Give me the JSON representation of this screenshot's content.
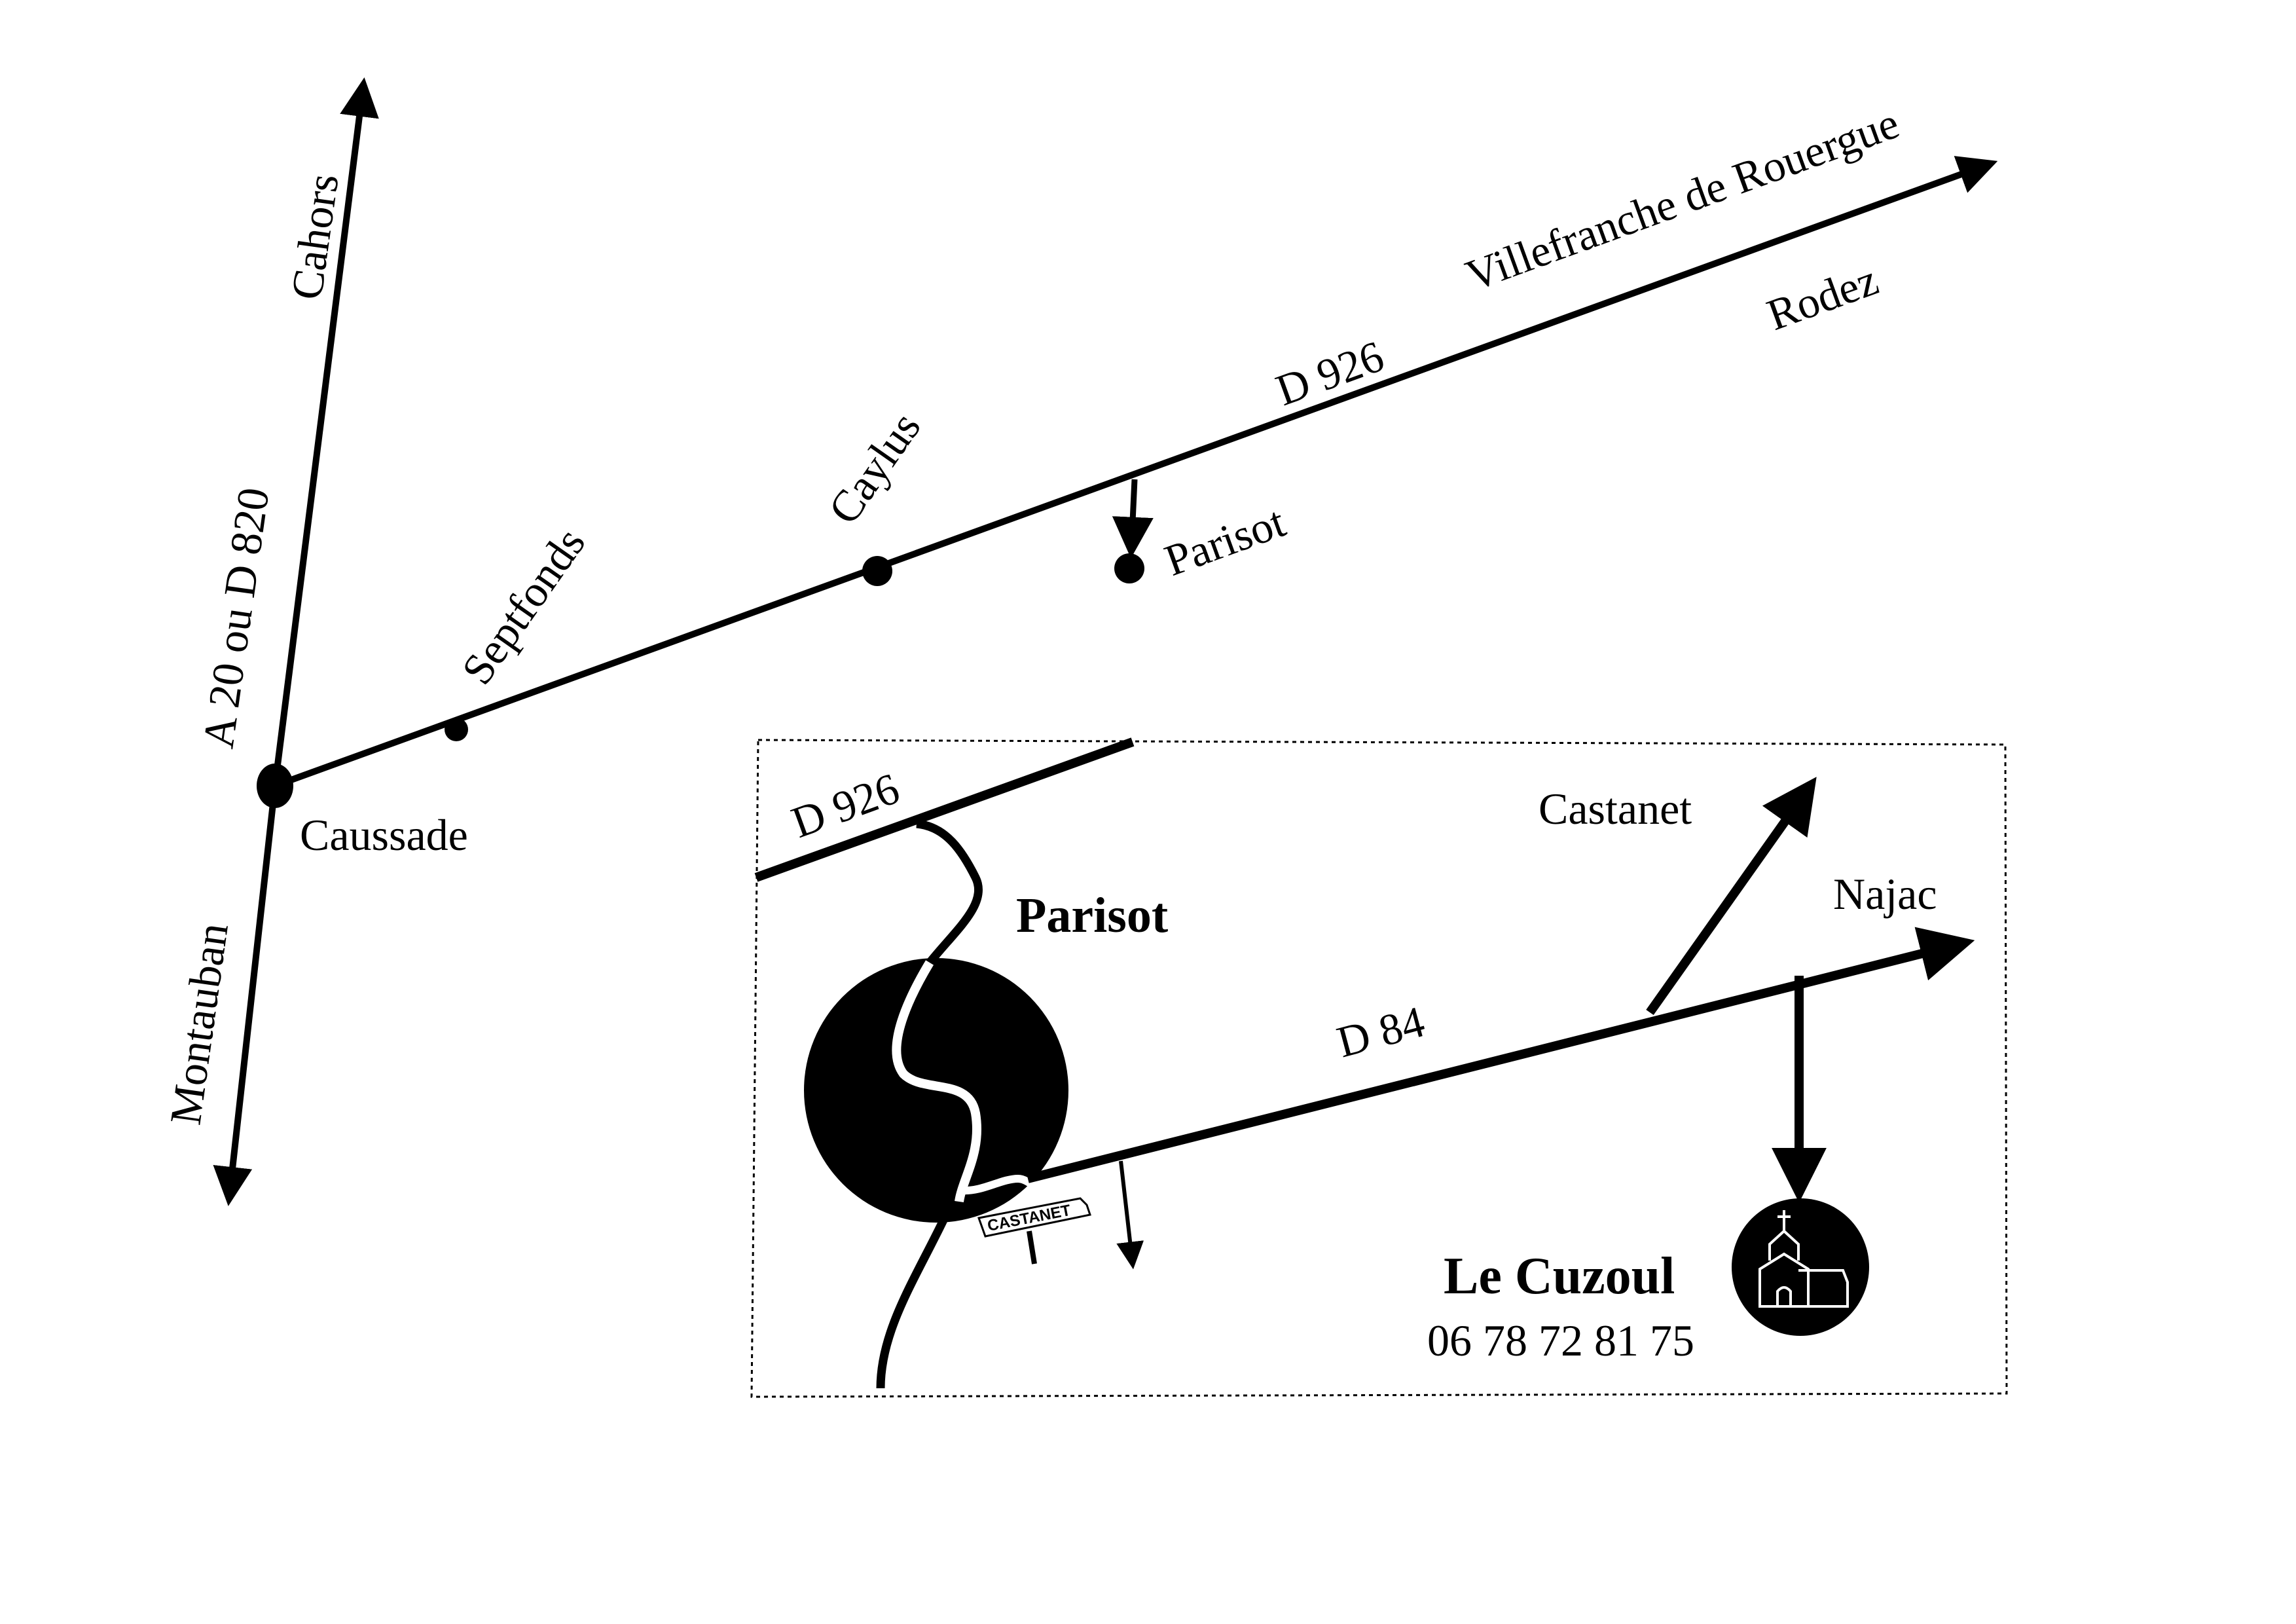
{
  "overview": {
    "cahors": "Cahors",
    "highway": "A 20  ou D 820",
    "montauban": "Montauban",
    "caussade": "Caussade",
    "septfonds": "Septfonds",
    "caylus": "Caylus",
    "parisot": "Parisot",
    "d926": "D 926",
    "villefranche": "Villefranche de Rouergue",
    "rodez": "Rodez"
  },
  "detail": {
    "d926": "D 926",
    "parisot": "Parisot",
    "d84": "D 84",
    "castanet": "Castanet",
    "najac": "Najac",
    "sign": "CASTANET",
    "destination": "Le Cuzoul",
    "phone": "06 78 72 81 75"
  },
  "icons": [
    "church-icon",
    "arrow-icon"
  ],
  "colors": {
    "ink": "#000000",
    "paper": "#ffffff"
  }
}
